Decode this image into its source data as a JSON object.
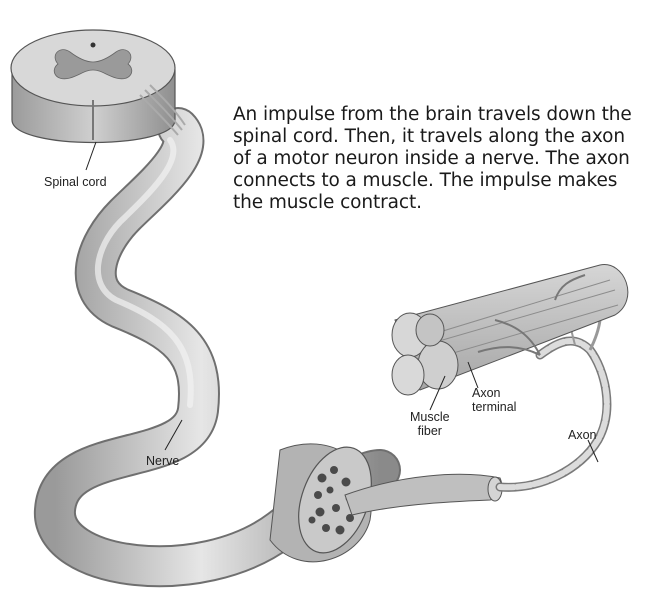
{
  "caption": "An impulse from the brain travels down the\nspinal cord. Then, it travels along the axon\nof a motor neuron inside a nerve. The axon\nconnects to a muscle. The impulse makes\nthe muscle contract.",
  "labels": {
    "spinal_cord": "Spinal cord",
    "nerve": "Nerve",
    "muscle_fiber": "Muscle\nfiber",
    "axon_terminal": "Axon\nterminal",
    "axon": "Axon"
  },
  "colors": {
    "nerve_light": "#d9d9d9",
    "nerve_dark": "#8c8c8c",
    "tissue": "#bdbdbd",
    "outline": "#555555"
  }
}
